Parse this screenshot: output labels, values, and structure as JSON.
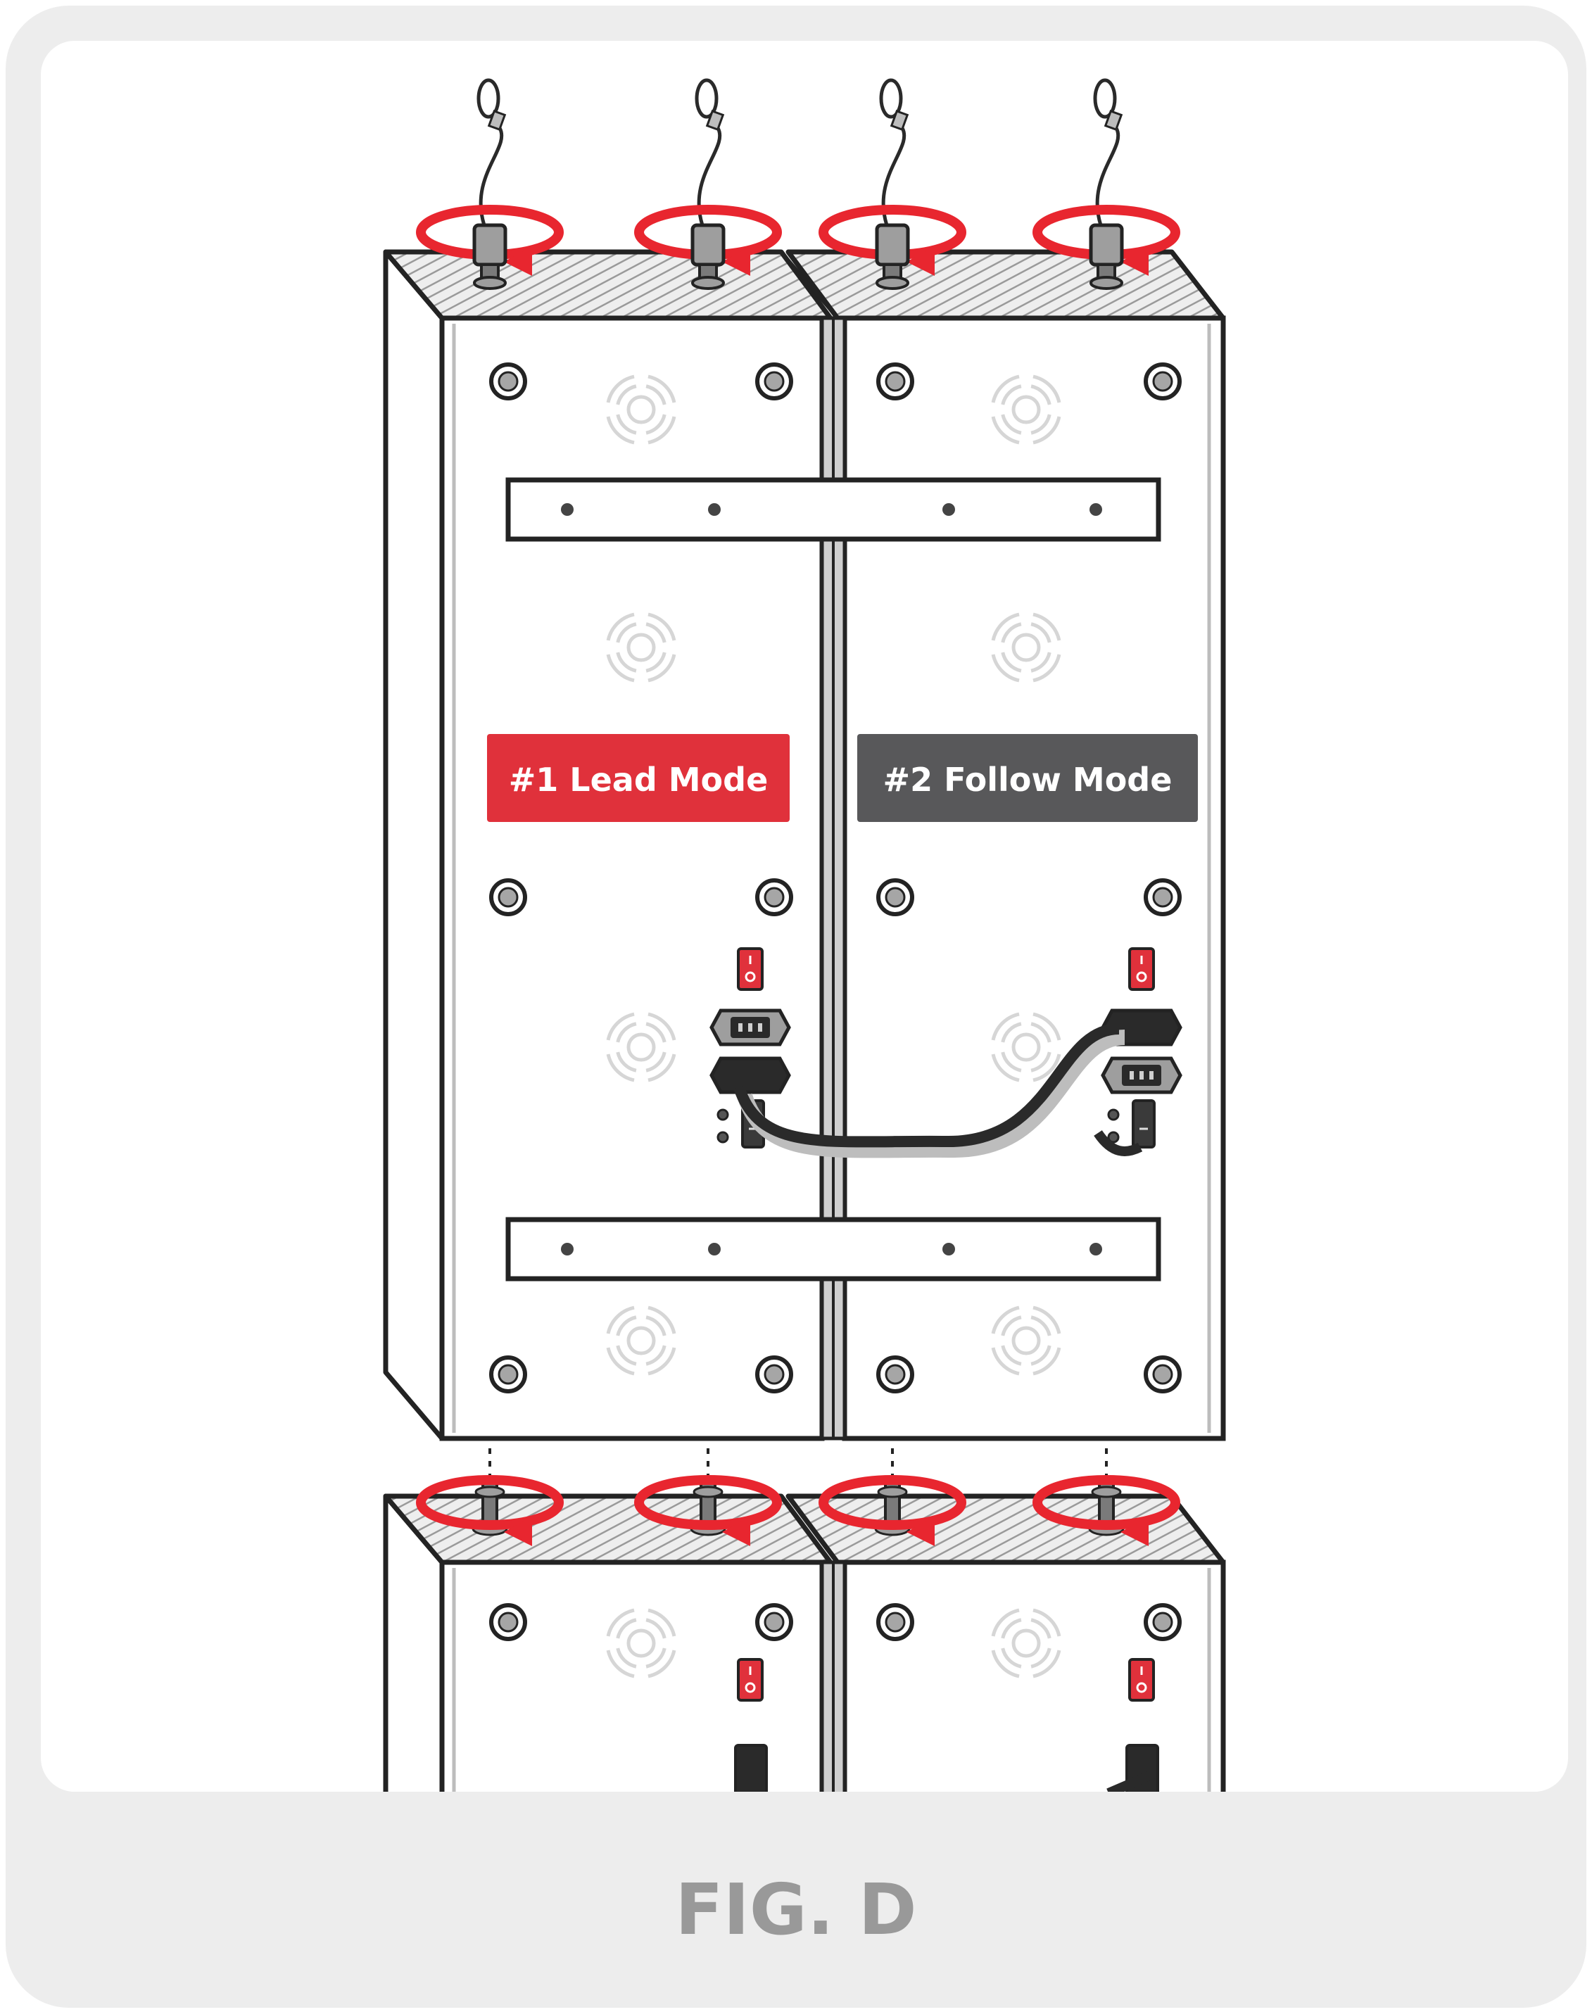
{
  "figure": {
    "caption": "FIG. D",
    "modules": [
      {
        "label": "#1 Lead Mode",
        "label_color": "#E0313B",
        "role": "lead"
      },
      {
        "label": "#2 Follow Mode",
        "label_color": "#58585A",
        "role": "follow"
      }
    ],
    "colors": {
      "frame_background": "#EDEDED",
      "panel_fill": "#FFFFFF",
      "outline": "#232323",
      "rotation_arrow": "#E8262F",
      "power_switch": "#E0313B",
      "speaker_pattern": "#D6D6D6",
      "caption": "#999999"
    },
    "icons": [
      "rotation-arrow-icon",
      "power-switch-icon",
      "power-inlet-icon",
      "speaker-pattern-icon",
      "mounting-bolt-icon",
      "locking-pin-icon"
    ]
  }
}
